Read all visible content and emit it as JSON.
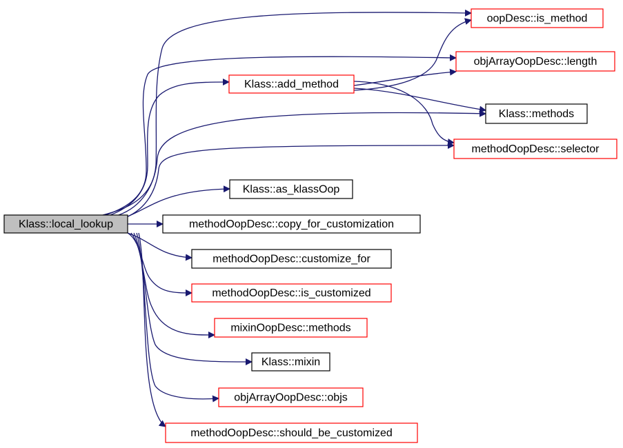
{
  "graph": {
    "root": "Klass::local_lookup",
    "colors": {
      "root_fill": "#bfbfbf",
      "black_border": "#000000",
      "red_border": "#ff0000",
      "edge": "#191970",
      "background": "#ffffff"
    },
    "nodes": [
      {
        "id": "root",
        "label": "Klass::local_lookup",
        "style": "root"
      },
      {
        "id": "is_method",
        "label": "oopDesc::is_method",
        "style": "red"
      },
      {
        "id": "length",
        "label": "objArrayOopDesc::length",
        "style": "red"
      },
      {
        "id": "add_method",
        "label": "Klass::add_method",
        "style": "red"
      },
      {
        "id": "methods",
        "label": "Klass::methods",
        "style": "black"
      },
      {
        "id": "selector",
        "label": "methodOopDesc::selector",
        "style": "red"
      },
      {
        "id": "as_klassOop",
        "label": "Klass::as_klassOop",
        "style": "black"
      },
      {
        "id": "copy_for_customization",
        "label": "methodOopDesc::copy_for_customization",
        "style": "black"
      },
      {
        "id": "customize_for",
        "label": "methodOopDesc::customize_for",
        "style": "black"
      },
      {
        "id": "is_customized",
        "label": "methodOopDesc::is_customized",
        "style": "red"
      },
      {
        "id": "mixin_methods",
        "label": "mixinOopDesc::methods",
        "style": "red"
      },
      {
        "id": "mixin",
        "label": "Klass::mixin",
        "style": "black"
      },
      {
        "id": "objs",
        "label": "objArrayOopDesc::objs",
        "style": "red"
      },
      {
        "id": "should_be_customized",
        "label": "methodOopDesc::should_be_customized",
        "style": "red"
      }
    ],
    "edges": [
      {
        "from": "root",
        "to": "is_method"
      },
      {
        "from": "root",
        "to": "length"
      },
      {
        "from": "root",
        "to": "add_method"
      },
      {
        "from": "root",
        "to": "methods"
      },
      {
        "from": "root",
        "to": "selector"
      },
      {
        "from": "root",
        "to": "as_klassOop"
      },
      {
        "from": "root",
        "to": "copy_for_customization"
      },
      {
        "from": "root",
        "to": "customize_for"
      },
      {
        "from": "root",
        "to": "is_customized"
      },
      {
        "from": "root",
        "to": "mixin_methods"
      },
      {
        "from": "root",
        "to": "mixin"
      },
      {
        "from": "root",
        "to": "objs"
      },
      {
        "from": "root",
        "to": "should_be_customized"
      },
      {
        "from": "add_method",
        "to": "is_method"
      },
      {
        "from": "add_method",
        "to": "length"
      },
      {
        "from": "add_method",
        "to": "methods"
      },
      {
        "from": "add_method",
        "to": "selector"
      }
    ]
  }
}
